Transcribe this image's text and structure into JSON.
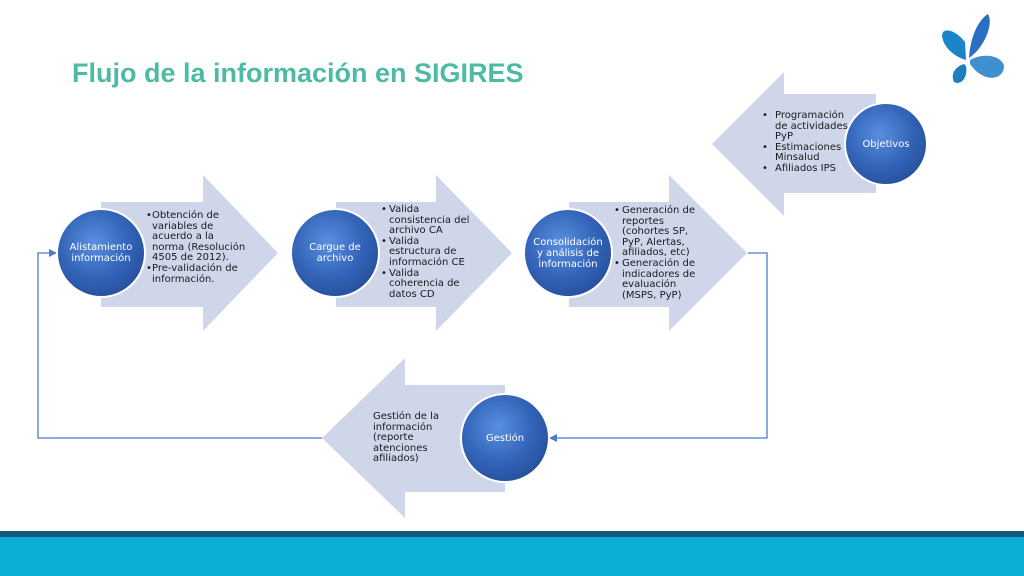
{
  "title": "Flujo de la información en SIGIRES",
  "steps": [
    {
      "label": "Alistamiento información",
      "bullets": [
        "Obtención de variables de acuerdo a la norma (Resolución 4505 de 2012).",
        "Pre-validación de información."
      ]
    },
    {
      "label": "Cargue de archivo",
      "bullets": [
        "Valida consistencia del archivo CA",
        "Valida estructura de información CE",
        "Valida coherencia de datos CD"
      ]
    },
    {
      "label": "Consolidación y análisis de información",
      "bullets": [
        "Generación de reportes (cohortes SP, PyP, Alertas, afiliados, etc)",
        "Generación de indicadores de evaluación (MSPS, PyP)"
      ]
    }
  ],
  "objetivos": {
    "label": "Objetivos",
    "bullets": [
      "Programación de actividades PyP",
      "Estimaciones Minsalud",
      "Afiliados IPS"
    ]
  },
  "gestion": {
    "label": "Gestión",
    "text": "Gestión de la información (reporte atenciones afiliados)"
  },
  "colors": {
    "title": "#4dbaa6",
    "arrow_fill": "#cfd6ea",
    "circle_fill": "#3b6fc1",
    "connector": "#4a7cc9",
    "band_dark": "#16597e",
    "band_light": "#0aaed5"
  },
  "icons": [
    "butterfly-logo-icon"
  ]
}
